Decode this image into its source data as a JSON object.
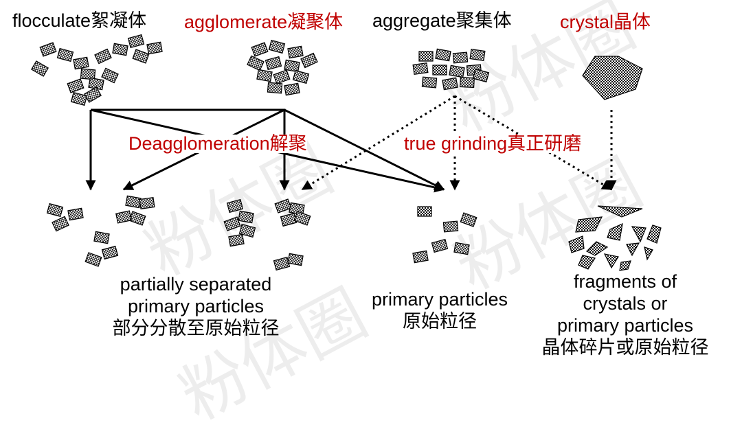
{
  "categories": {
    "floc": "flocculate絮凝体",
    "agglom": "agglomerate凝聚体",
    "aggr": "aggregate聚集体",
    "crys": "crystal晶体"
  },
  "processes": {
    "deagglom": "Deagglomeration解聚",
    "grinding": "true grinding真正研磨"
  },
  "results": {
    "partial": [
      "partially separated",
      "primary particles",
      "部分分散至原始粒径"
    ],
    "primary": [
      "primary particles",
      "原始粒径"
    ],
    "fragments": [
      "fragments of",
      "crystals or",
      "primary particles",
      "晶体碎片或原始粒径"
    ]
  },
  "watermark": "粉体圈",
  "colors": {
    "accent": "#c00000",
    "text": "#000000"
  }
}
